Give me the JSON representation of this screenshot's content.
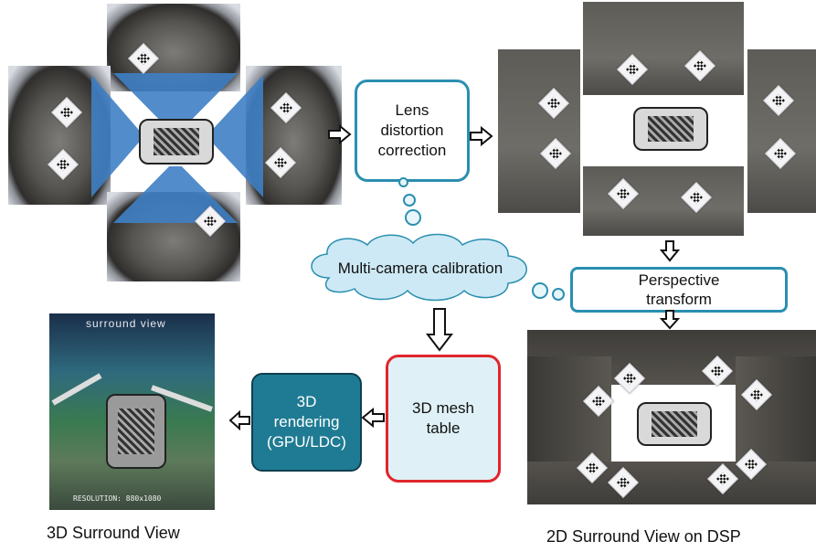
{
  "nodes": {
    "lens": "Lens\ndistortion\ncorrection",
    "calibration": "Multi-camera calibration",
    "perspective": "Perspective\ntransform",
    "mesh": "3D mesh\ntable",
    "render": "3D\nrendering\n(GPU/LDC)"
  },
  "captions": {
    "left": "3D Surround View",
    "right": "2D Surround View on DSP"
  },
  "render_overlay": {
    "logo": "surround view",
    "resolution": "RESOLUTION: 880x1080"
  },
  "colors": {
    "lens_border": "#2a8fb0",
    "perspective_border": "#2a8fb0",
    "mesh_border": "#e0252b",
    "mesh_fill": "#dff1f6",
    "render_fill": "#1f7b93",
    "cloud_fill": "#cde9f5"
  }
}
